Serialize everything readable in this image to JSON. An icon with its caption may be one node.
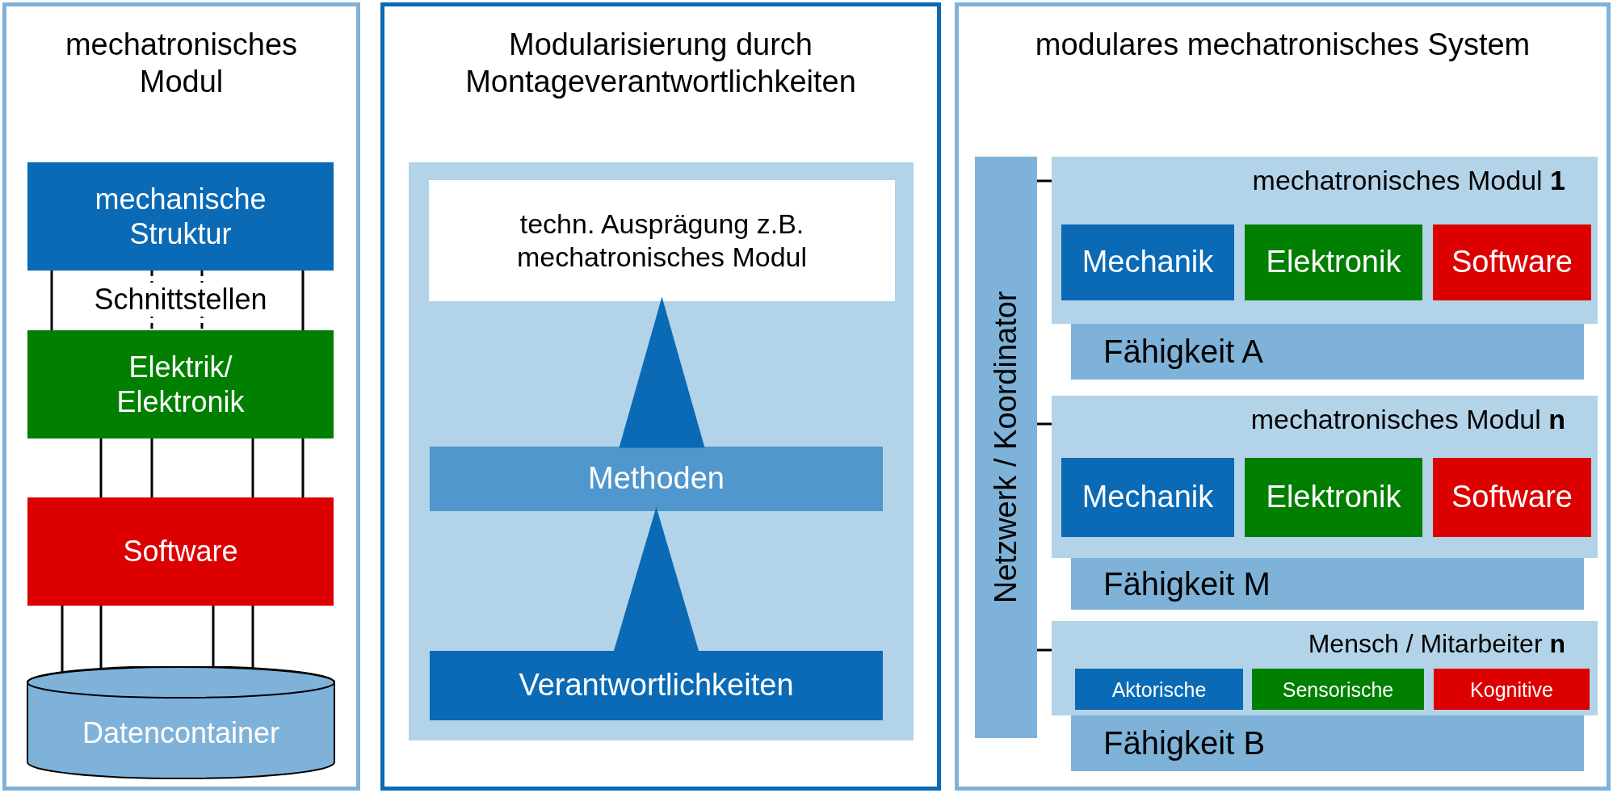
{
  "diagram": {
    "nodes": [
      {
        "text": [
          "mechatronisches Modul"
        ]
      },
      {
        "text": [
          "mechanische Struktur"
        ],
        "in": 0
      },
      {
        "text": [
          "Elektrik/ Elektronik"
        ],
        "in": 0
      },
      {
        "text": [
          "Software"
        ],
        "in": 0
      },
      {
        "text": [
          "Datencontainer"
        ],
        "in": 0
      },
      {
        "text": [
          "Modularisierung durch Montageverantwortlichkeiten"
        ]
      },
      {
        "text": [],
        "shape": "box",
        "in": 5
      },
      {
        "text": [
          "techn. Ausprägung z.B. mechatronisches Modul"
        ],
        "in": 6
      },
      {
        "text": [
          "Methoden"
        ],
        "in": 6
      },
      {
        "text": [
          "Verantwortlichkeiten"
        ],
        "in": 6
      },
      {
        "text": [
          "modulares mechatronisches System"
        ]
      },
      {
        "text": [
          "Netzwerk / Koordinator"
        ],
        "in": 10
      },
      {
        "text": [
          "mechatronisches Modul **1**"
        ],
        "in": 10
      },
      {
        "text": [
          "Mechanik"
        ],
        "in": 12
      },
      {
        "text": [
          "Elektronik"
        ],
        "in": 12
      },
      {
        "text": [
          "Software"
        ],
        "in": 12
      },
      {
        "text": [
          "Fähigkeit A"
        ],
        "in": 10
      },
      {
        "text": [
          "mechatronisches Modul **n**"
        ],
        "in": 10
      },
      {
        "text": [
          "Mechanik"
        ],
        "in": 17
      },
      {
        "text": [
          "Elektronik"
        ],
        "in": 17
      },
      {
        "text": [
          "Software"
        ],
        "in": 17
      },
      {
        "text": [
          "Fähigkeit M"
        ],
        "in": 10
      },
      {
        "text": [
          "Mensch / Mitarbeiter **n**"
        ],
        "in": 10
      },
      {
        "text": [
          "Aktorische"
        ],
        "in": 22
      },
      {
        "text": [
          "Sensorische"
        ],
        "in": 22
      },
      {
        "text": [
          "Kognitive"
        ],
        "in": 22
      },
      {
        "text": [
          "Fähigkeit B"
        ],
        "in": 10
      }
    ],
    "edges": [
      {
        "from": 1,
        "to": 2,
        "arrow": "none"
      },
      {
        "from": 1,
        "to": 2,
        "arrow": "none",
        "style": "dashed"
      },
      {
        "from": 1,
        "to": 2,
        "arrow": "none",
        "style": "dashed"
      },
      {
        "from": 1,
        "to": 2,
        "arrow": "none"
      },
      {
        "from": 2,
        "to": 3,
        "arrow": "none"
      },
      {
        "from": 2,
        "to": 3,
        "arrow": "none"
      },
      {
        "from": 2,
        "to": 3,
        "arrow": "none"
      },
      {
        "from": 2,
        "to": 3,
        "arrow": "none"
      },
      {
        "from": 3,
        "to": 4,
        "arrow": "none"
      },
      {
        "from": 3,
        "to": 4,
        "arrow": "none"
      },
      {
        "from": 3,
        "to": 4,
        "arrow": "none"
      },
      {
        "from": 3,
        "to": 4,
        "arrow": "none"
      },
      {
        "from": 9,
        "to": 8,
        "arrow": "to",
        "color": "#0a6ab5"
      },
      {
        "from": 8,
        "to": 7,
        "arrow": "to",
        "color": "#0a6ab5"
      },
      {
        "from": 11,
        "to": 12,
        "arrow": "none"
      },
      {
        "from": 11,
        "to": 17,
        "arrow": "none"
      },
      {
        "from": 11,
        "to": 22,
        "arrow": "none"
      }
    ],
    "labels": [
      "Schnittstellen"
    ]
  }
}
